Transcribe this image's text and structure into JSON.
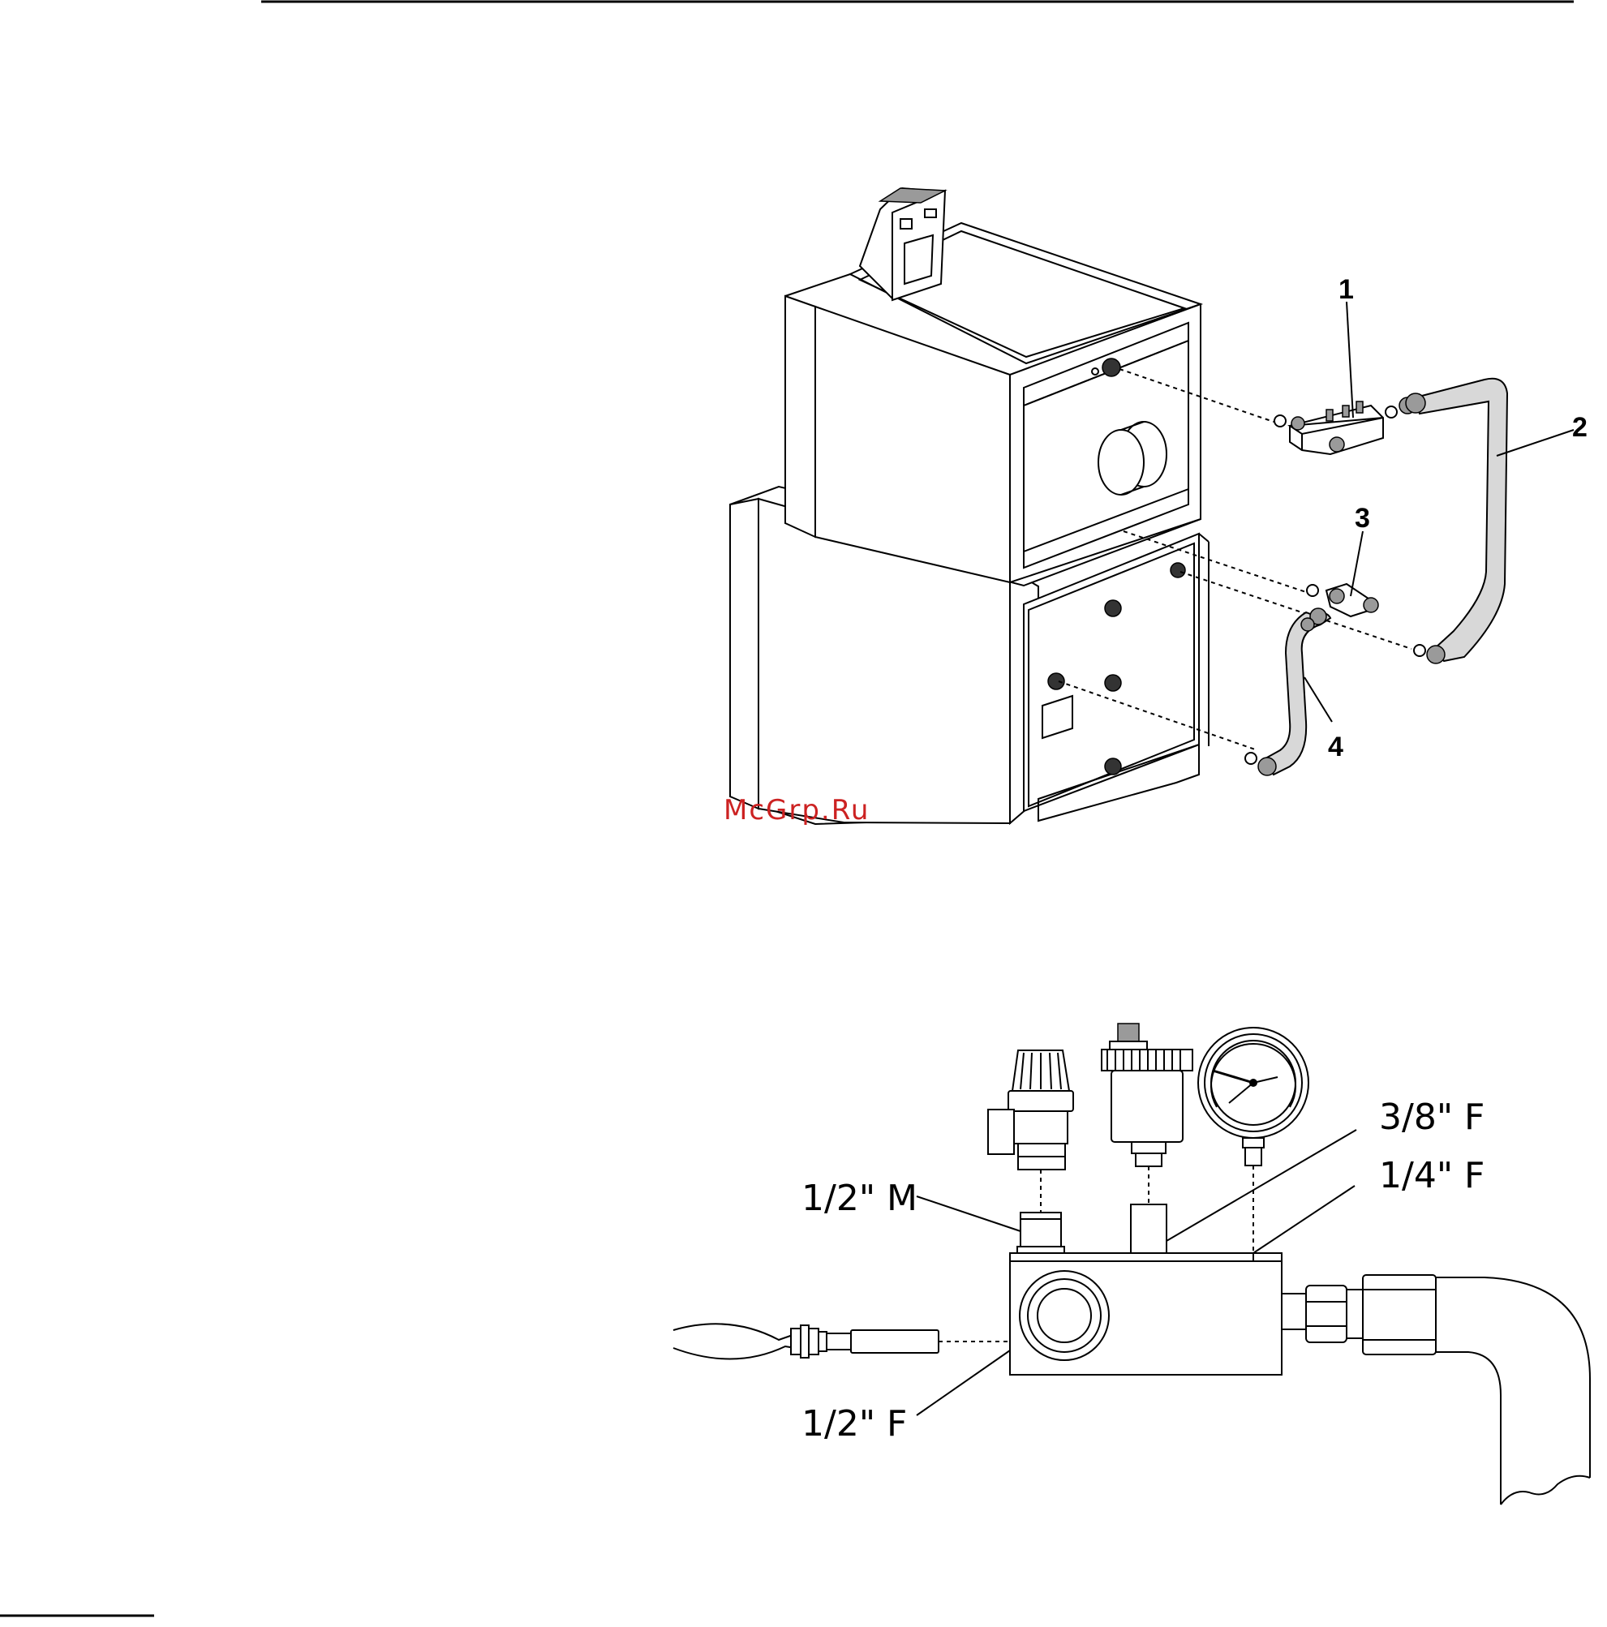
{
  "watermark": "McGrp.Ru",
  "figure1": {
    "callouts": [
      "1",
      "2",
      "3",
      "4"
    ]
  },
  "figure2": {
    "labels": {
      "half_inch_male": "1/2\" M",
      "three_eighth_female": "3/8\" F",
      "quarter_inch_female": "1/4\" F",
      "half_inch_female": "1/2\" F"
    }
  },
  "colors": {
    "watermark": "#cc2222",
    "line": "#000000",
    "background": "#ffffff"
  }
}
